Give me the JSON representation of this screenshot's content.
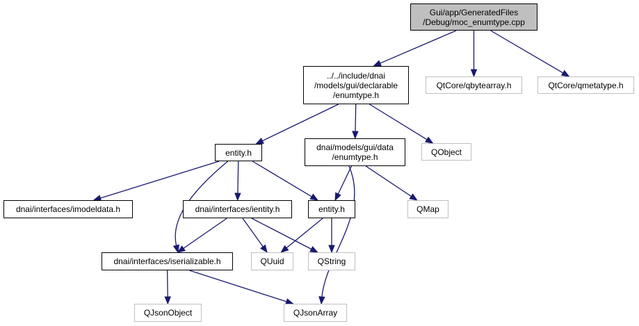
{
  "colors": {
    "edge": "#191970",
    "root_fill": "#bfbfbf",
    "node_border": "#000000",
    "external_border": "#bfbfbf"
  },
  "nodes": [
    {
      "id": "moc",
      "label": "Gui/app/GeneratedFiles\n/Debug/moc_enumtype.cpp",
      "kind": "root"
    },
    {
      "id": "declarable_enumtype",
      "label": "../../include/dnai\n/models/gui/declarable\n/enumtype.h",
      "kind": "local"
    },
    {
      "id": "qbytearray",
      "label": "QtCore/qbytearray.h",
      "kind": "external"
    },
    {
      "id": "qmetatype",
      "label": "QtCore/qmetatype.h",
      "kind": "external"
    },
    {
      "id": "entity_gui",
      "label": "entity.h",
      "kind": "local"
    },
    {
      "id": "data_enumtype",
      "label": "dnai/models/gui/data\n/enumtype.h",
      "kind": "local"
    },
    {
      "id": "qobject",
      "label": "QObject",
      "kind": "external"
    },
    {
      "id": "imodeldata",
      "label": "dnai/interfaces/imodeldata.h",
      "kind": "local"
    },
    {
      "id": "ientity",
      "label": "dnai/interfaces/ientity.h",
      "kind": "local"
    },
    {
      "id": "entity_core",
      "label": "entity.h",
      "kind": "local"
    },
    {
      "id": "qmap",
      "label": "QMap",
      "kind": "external"
    },
    {
      "id": "iserializable",
      "label": "dnai/interfaces/iserializable.h",
      "kind": "local"
    },
    {
      "id": "quuid",
      "label": "QUuid",
      "kind": "external"
    },
    {
      "id": "qstring",
      "label": "QString",
      "kind": "external"
    },
    {
      "id": "qjsonobject",
      "label": "QJsonObject",
      "kind": "external"
    },
    {
      "id": "qjsonarray",
      "label": "QJsonArray",
      "kind": "external"
    }
  ],
  "edges": [
    [
      "moc",
      "declarable_enumtype"
    ],
    [
      "moc",
      "qbytearray"
    ],
    [
      "moc",
      "qmetatype"
    ],
    [
      "declarable_enumtype",
      "entity_gui"
    ],
    [
      "declarable_enumtype",
      "data_enumtype"
    ],
    [
      "declarable_enumtype",
      "qobject"
    ],
    [
      "entity_gui",
      "imodeldata"
    ],
    [
      "entity_gui",
      "ientity"
    ],
    [
      "entity_gui",
      "entity_core"
    ],
    [
      "entity_gui",
      "iserializable"
    ],
    [
      "data_enumtype",
      "entity_core"
    ],
    [
      "data_enumtype",
      "qmap"
    ],
    [
      "data_enumtype",
      "qjsonarray"
    ],
    [
      "ientity",
      "iserializable"
    ],
    [
      "ientity",
      "quuid"
    ],
    [
      "ientity",
      "qstring"
    ],
    [
      "entity_core",
      "quuid"
    ],
    [
      "entity_core",
      "qstring"
    ],
    [
      "iserializable",
      "qjsonobject"
    ],
    [
      "iserializable",
      "qjsonarray"
    ]
  ]
}
